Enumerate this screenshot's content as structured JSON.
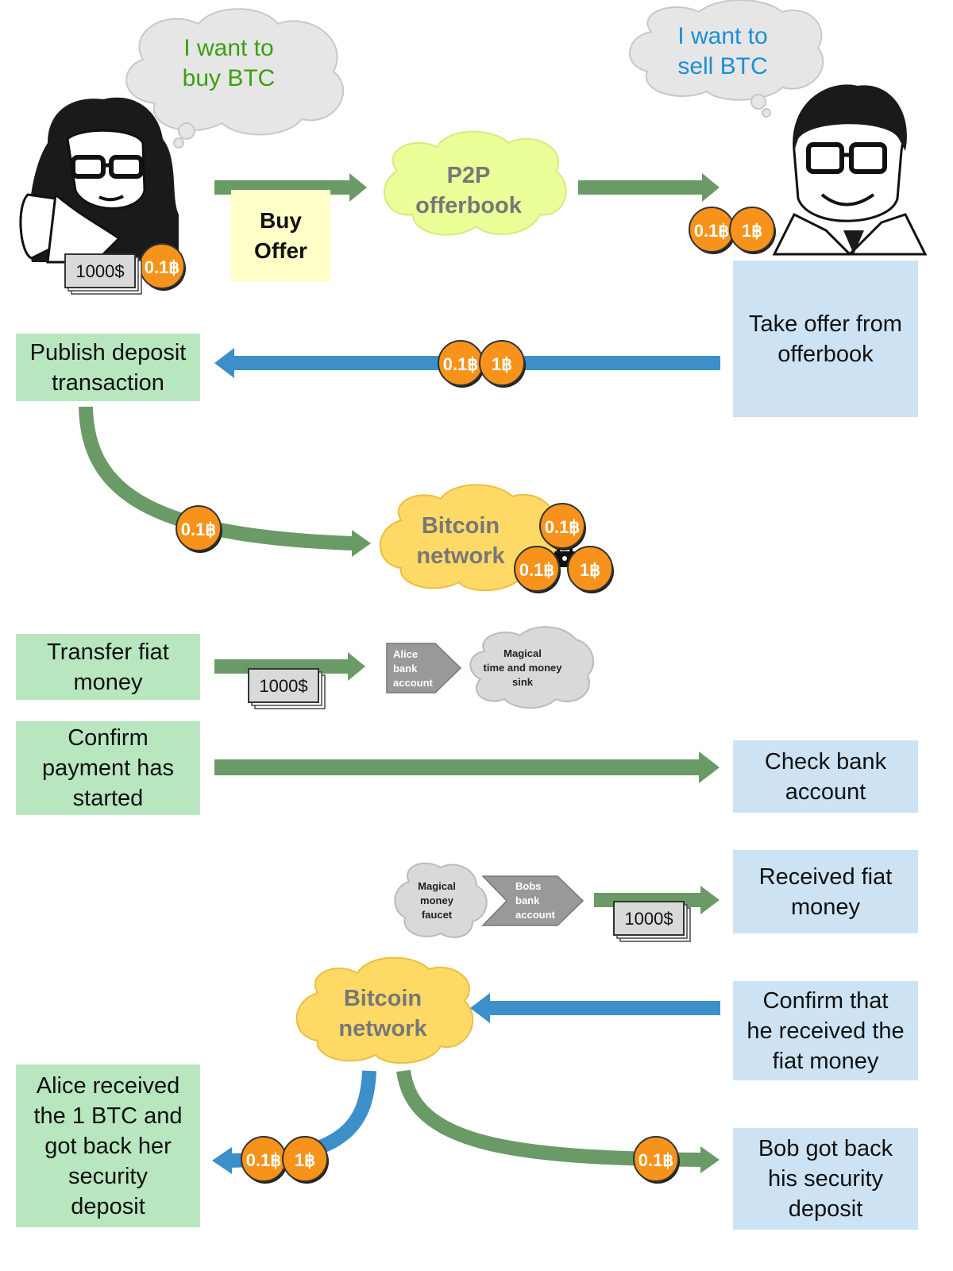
{
  "colors": {
    "green_arrow": "#6a9a66",
    "blue_arrow": "#3d8fc9",
    "green_box": "#b8e6bf",
    "blue_box": "#cde3f3",
    "yellow_box": "#ffffc8",
    "coin": "#f7931a",
    "buyer_text": "#3aa010",
    "seller_text": "#1a8fd8",
    "offerbook_cloud": "#eaff98",
    "bitcoin_cloud": "#ffd966",
    "grey_cloud": "#d9d9d9"
  },
  "thoughts": {
    "buyer": "I want to\nbuy BTC",
    "seller": "I want to\nsell BTC"
  },
  "buy_offer": "Buy\nOffer",
  "offerbook": "P2P\nofferbook",
  "bitcoin_network_1": "Bitcoin\nnetwork",
  "bitcoin_network_2": "Bitcoin\nnetwork",
  "steps": {
    "take_offer": "Take offer from\nofferbook",
    "publish_deposit": "Publish deposit\ntransaction",
    "transfer_fiat": "Transfer fiat\nmoney",
    "confirm_started": "Confirm\npayment has\nstarted",
    "check_bank": "Check bank\naccount",
    "received_fiat": "Received fiat\nmoney",
    "confirm_received": "Confirm that\nhe received the\nfiat money",
    "alice_received": "Alice received\nthe 1 BTC and\ngot back her\nsecurity\ndeposit",
    "bob_got_back": "Bob got back\nhis security\ndeposit"
  },
  "alice_bank": "Alice\nbank\naccount",
  "magical_sink": "Magical\ntime and money\nsink",
  "magical_faucet": "Magical\nmoney\nfaucet",
  "bobs_bank": "Bobs\nbank\naccount",
  "money_label": "1000$",
  "coin_small": "0.1฿",
  "coin_big": "1฿"
}
